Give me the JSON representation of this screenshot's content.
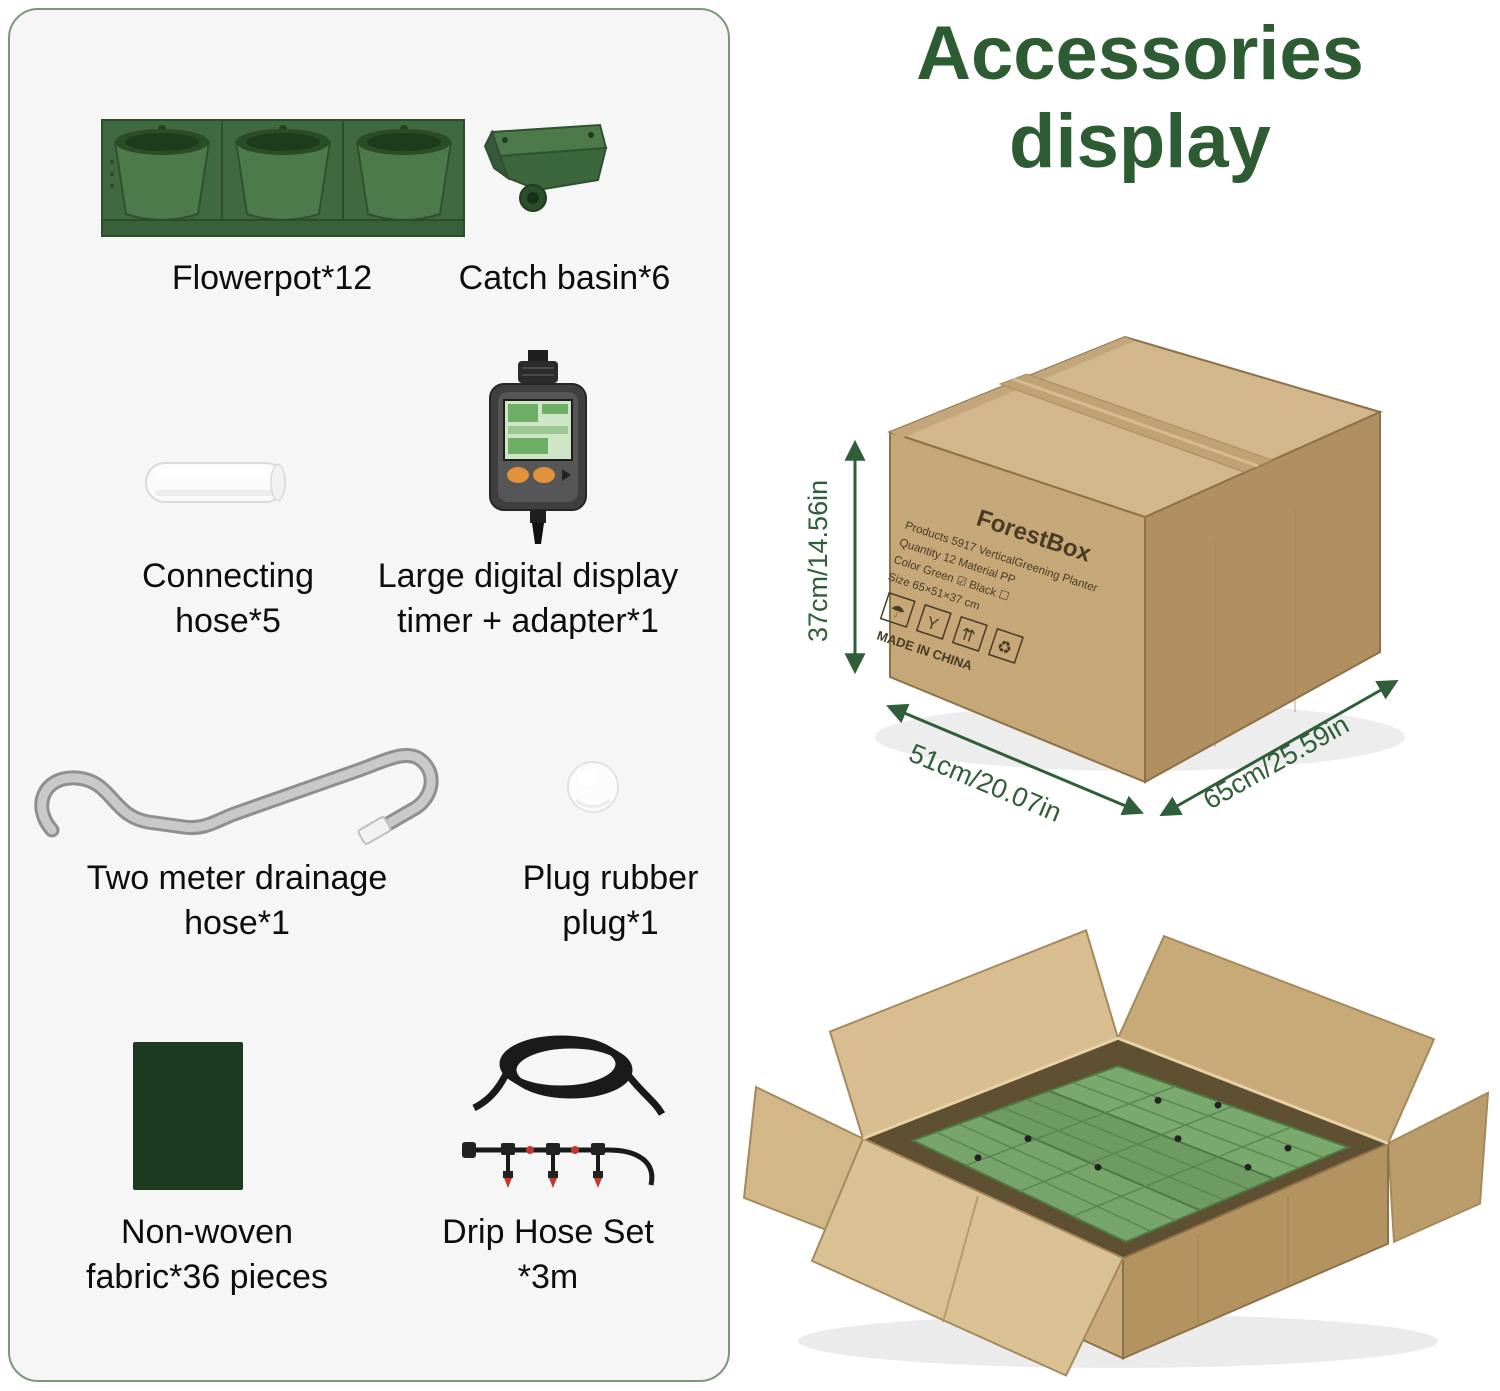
{
  "title": {
    "line1": "Accessories",
    "line2": "display"
  },
  "panel": {
    "items": [
      {
        "name": "flowerpot",
        "label": "Flowerpot*12"
      },
      {
        "name": "catch-basin",
        "label": "Catch basin*6"
      },
      {
        "name": "connecting-hose",
        "label": "Connecting hose*5"
      },
      {
        "name": "timer",
        "label": "Large digital display timer + adapter*1"
      },
      {
        "name": "drainage-hose",
        "label": "Two meter drainage hose*1"
      },
      {
        "name": "plug",
        "label": "Plug rubber plug*1"
      },
      {
        "name": "fabric",
        "label": "Non-woven fabric*36 pieces"
      },
      {
        "name": "drip-hose",
        "label": "Drip Hose Set *3m"
      }
    ]
  },
  "closed_box": {
    "brand": "ForestBox",
    "line1": "Products   5917 VerticalGreening Planter",
    "line2": "Quantity   12        Material   PP",
    "line3": "Color   Green ☑      Black ☐",
    "line4": "Size   65×51×37 cm",
    "made_in": "MADE IN CHINA",
    "symbols": {
      "keep_dry": "☂",
      "fragile": "Y",
      "this_way_up": "⇈",
      "recycle": "♻"
    },
    "dims": {
      "height": "37cm/14.56in",
      "width": "51cm/20.07in",
      "length": "65cm/25.59in"
    }
  },
  "colors": {
    "accent_green": "#2d5c33",
    "dimension_green": "#2f5e38",
    "cardboard_tan": "#c9ab7c",
    "planter_green": "#4c7a4a",
    "panel_bg": "#f6f6f6"
  }
}
